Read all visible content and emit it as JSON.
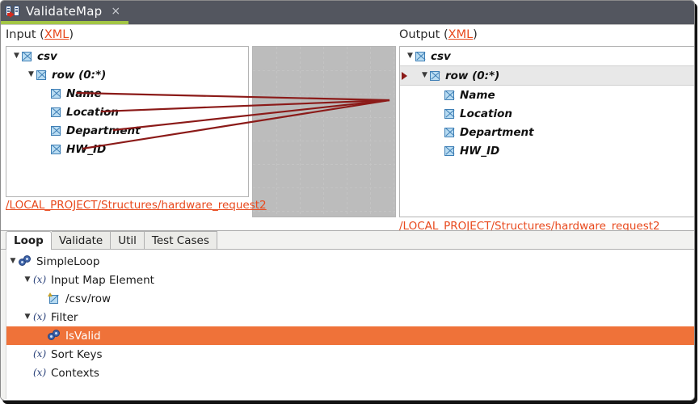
{
  "window": {
    "tab_title": "ValidateMap",
    "close_label": "×",
    "app_icon": "map-transform-icon"
  },
  "mapping": {
    "input_label_prefix": "Input (",
    "input_label_link": "XML",
    "input_label_suffix": ")",
    "output_label_prefix": "Output (",
    "output_label_link": "XML",
    "output_label_suffix": ")",
    "input_tree": [
      {
        "label": "csv",
        "depth": 0,
        "twisty": "▼",
        "selected": false,
        "marker": false
      },
      {
        "label": "row (0:*)",
        "depth": 1,
        "twisty": "▼",
        "selected": false,
        "marker": false
      },
      {
        "label": "Name",
        "depth": 2,
        "twisty": "",
        "selected": false,
        "marker": false
      },
      {
        "label": "Location",
        "depth": 2,
        "twisty": "",
        "selected": false,
        "marker": false
      },
      {
        "label": "Department",
        "depth": 2,
        "twisty": "",
        "selected": false,
        "marker": false
      },
      {
        "label": "HW_ID",
        "depth": 2,
        "twisty": "",
        "selected": false,
        "marker": false
      }
    ],
    "output_tree": [
      {
        "label": "csv",
        "depth": 0,
        "twisty": "▼",
        "selected": false,
        "marker": false
      },
      {
        "label": "row (0:*)",
        "depth": 1,
        "twisty": "▼",
        "selected": true,
        "marker": true
      },
      {
        "label": "Name",
        "depth": 2,
        "twisty": "",
        "selected": false,
        "marker": false
      },
      {
        "label": "Location",
        "depth": 2,
        "twisty": "",
        "selected": false,
        "marker": false
      },
      {
        "label": "Department",
        "depth": 2,
        "twisty": "",
        "selected": false,
        "marker": false
      },
      {
        "label": "HW_ID",
        "depth": 2,
        "twisty": "",
        "selected": false,
        "marker": false
      }
    ],
    "input_path": "/LOCAL_PROJECT/Structures/hardware_request2",
    "output_path": "/LOCAL_PROJECT/Structures/hardware_request2",
    "link_color": "#8b1a18",
    "links": [
      {
        "from": "Name",
        "to": "row (0:*)"
      },
      {
        "from": "Location",
        "to": "row (0:*)"
      },
      {
        "from": "Department",
        "to": "row (0:*)"
      },
      {
        "from": "HW_ID",
        "to": "row (0:*)"
      }
    ]
  },
  "bottom": {
    "tabs": [
      {
        "label": "Loop",
        "active": true
      },
      {
        "label": "Validate",
        "active": false
      },
      {
        "label": "Util",
        "active": false
      },
      {
        "label": "Test Cases",
        "active": false
      }
    ],
    "highlight_color": "#ef7239",
    "tree": [
      {
        "label": "SimpleLoop",
        "depth": 0,
        "twisty": "▼",
        "icon": "gears",
        "highlighted": false
      },
      {
        "label": "Input Map Element",
        "depth": 1,
        "twisty": "▼",
        "icon": "fx",
        "highlighted": false
      },
      {
        "label": "/csv/row",
        "depth": 2,
        "twisty": "",
        "icon": "elem",
        "highlighted": false
      },
      {
        "label": "Filter",
        "depth": 1,
        "twisty": "▼",
        "icon": "fx",
        "highlighted": false
      },
      {
        "label": "IsValid",
        "depth": 2,
        "twisty": "",
        "icon": "gears",
        "highlighted": true
      },
      {
        "label": "Sort Keys",
        "depth": 1,
        "twisty": "",
        "icon": "fx",
        "highlighted": false
      },
      {
        "label": "Contexts",
        "depth": 1,
        "twisty": "",
        "icon": "fx",
        "highlighted": false
      }
    ],
    "fx_glyph": "(x)"
  }
}
